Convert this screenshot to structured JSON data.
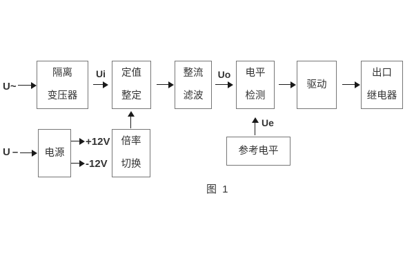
{
  "figure_caption": "图 1",
  "colors": {
    "background": "#ffffff",
    "box_border": "#757575",
    "text": "#333333",
    "arrow": "#1a1a1a"
  },
  "inputs": {
    "ac_label": "U~",
    "dc_label": "U–"
  },
  "signals": {
    "ui": "Ui",
    "uo": "Uo",
    "ue": "Ue",
    "plus12v": "+12V",
    "minus12v": "-12V"
  },
  "blocks": {
    "isolation_transformer": {
      "line1": "隔离",
      "line2": "变压器"
    },
    "value_setting": {
      "line1": "定值",
      "line2": "整定"
    },
    "rectify_filter": {
      "line1": "整流",
      "line2": "滤波"
    },
    "level_detect": {
      "line1": "电平",
      "line2": "检测"
    },
    "drive": {
      "label": "驱动"
    },
    "output_relay": {
      "line1": "出口",
      "line2": "继电器"
    },
    "power_supply": {
      "label": "电源"
    },
    "ratio_switch": {
      "line1": "倍率",
      "line2": "切换"
    },
    "reference_level": {
      "label": "参考电平"
    }
  }
}
